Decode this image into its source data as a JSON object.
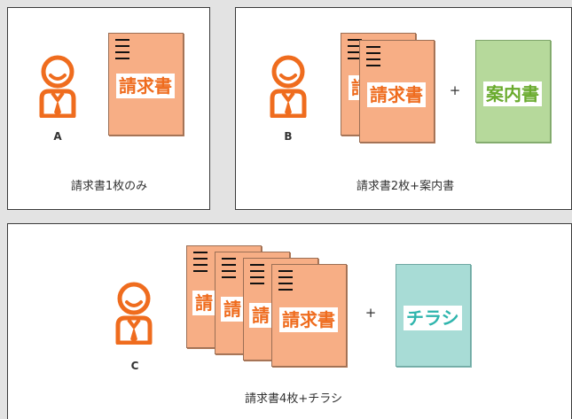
{
  "panels": {
    "a": {
      "letter": "A",
      "doc_label": "請求書",
      "caption": "請求書1枚のみ"
    },
    "b": {
      "letter": "B",
      "doc_label": "請求書",
      "doc_partial": "請",
      "plus": "+",
      "enclosure_label": "案内書",
      "caption": "請求書2枚+案内書"
    },
    "c": {
      "letter": "C",
      "doc_label": "請求書",
      "doc_partial": "請",
      "plus": "+",
      "enclosure_label": "チラシ",
      "caption": "請求書4枚+チラシ"
    }
  },
  "colors": {
    "person": "#ef6c1e",
    "invoice_fill": "#f7ae85",
    "invoice_text": "#ef6c1e",
    "guide_fill": "#b6d99b",
    "guide_text": "#6aab2e",
    "flyer_fill": "#a8dcd6",
    "flyer_text": "#2fb5ad",
    "background": "#e3e3e3"
  },
  "icons": [
    "person-icon",
    "document-lines-icon"
  ]
}
